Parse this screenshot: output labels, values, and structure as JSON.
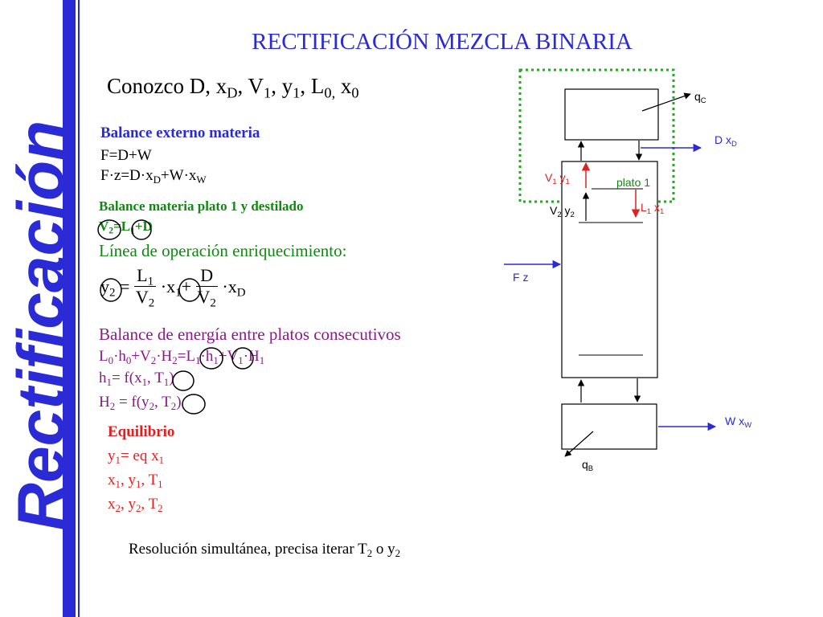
{
  "slide": {
    "title": "RECTIFICACIÓN MEZCLA BINARIA",
    "side_title": "Rectificación",
    "known": {
      "prefix": "Conozco D, x",
      "list": [
        "D",
        "V1",
        "y1",
        "L0",
        "x0"
      ]
    },
    "external_balance": {
      "heading": "Balance externo materia",
      "eq1": "F=D+W",
      "eq2": "F·z=D·xD+W·xW"
    },
    "plate_balance": {
      "heading": "Balance materia plato 1 y destilado",
      "eq": "V2=L1+D"
    },
    "operating_line": {
      "label": "Línea de operación enriquecimiento:",
      "lhs": "y2",
      "equals": "=",
      "frac1_num": "L1",
      "frac1_den": "V2",
      "mid": "·x1+",
      "frac2_num": "D",
      "frac2_den": "V2",
      "tail": "·xD"
    },
    "energy_balance": {
      "heading": "Balance de energía entre platos consecutivos",
      "eq": "L0·h0+V2·H2=L1·h1+V1·H1",
      "h1": "h1= f(x1, T1)",
      "H2": "H2 = f(y2, T2)"
    },
    "equilibrium": {
      "heading": "Equilibrio",
      "l1": "y1= eq x1",
      "l2": "x1, y1, T1",
      "l3": "x2, y2, T2"
    },
    "footer": "Resolución simultánea, precisa iterar T2 o y2"
  },
  "diagram": {
    "qc": "qC",
    "distillate": "D xD",
    "v1y1": "V1 y1",
    "plate1": "plato 1",
    "v2y2": "V2 y2",
    "l1x1": "L1 x1",
    "feed": "F z",
    "bottoms": "W xW",
    "qb": "qB"
  },
  "colors": {
    "blue": "#2a2ad6",
    "green": "#118811",
    "purple": "#8a1a8a",
    "red": "#e02020"
  }
}
